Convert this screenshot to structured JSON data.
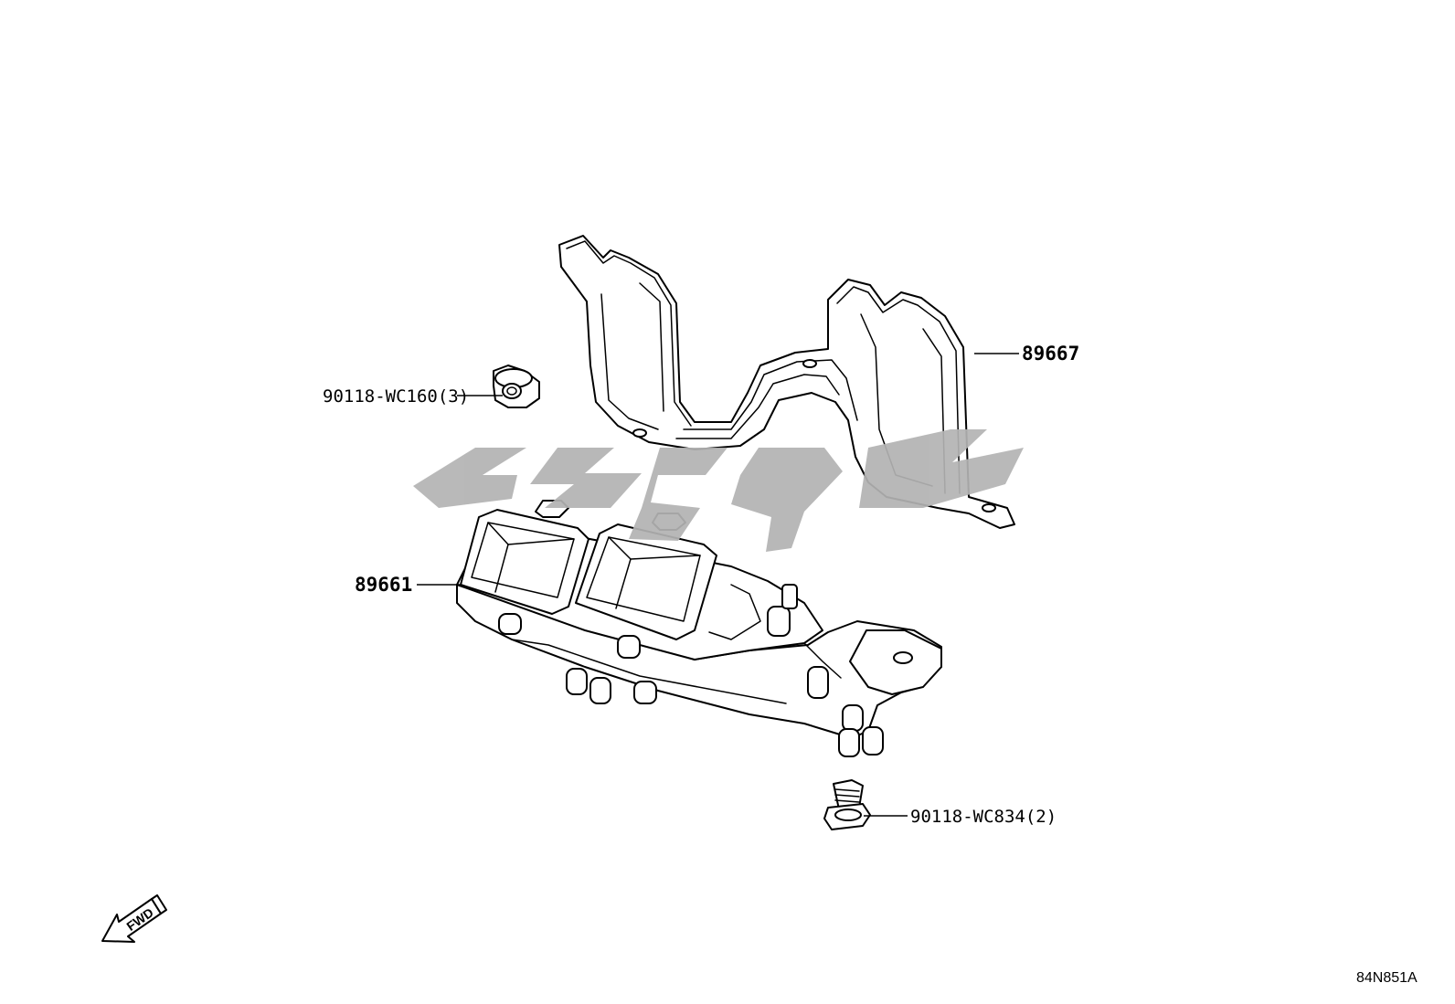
{
  "diagram": {
    "code": "84N851A",
    "fwd_label": "FWD",
    "watermark_color": "#b3b3b3",
    "line_color": "#000000",
    "parts": [
      {
        "id": "bracket",
        "label": "89667"
      },
      {
        "id": "ecu",
        "label": "89661"
      },
      {
        "id": "nut",
        "label": "90118-WC160(3)"
      },
      {
        "id": "bolt",
        "label": "90118-WC834(2)"
      }
    ]
  }
}
